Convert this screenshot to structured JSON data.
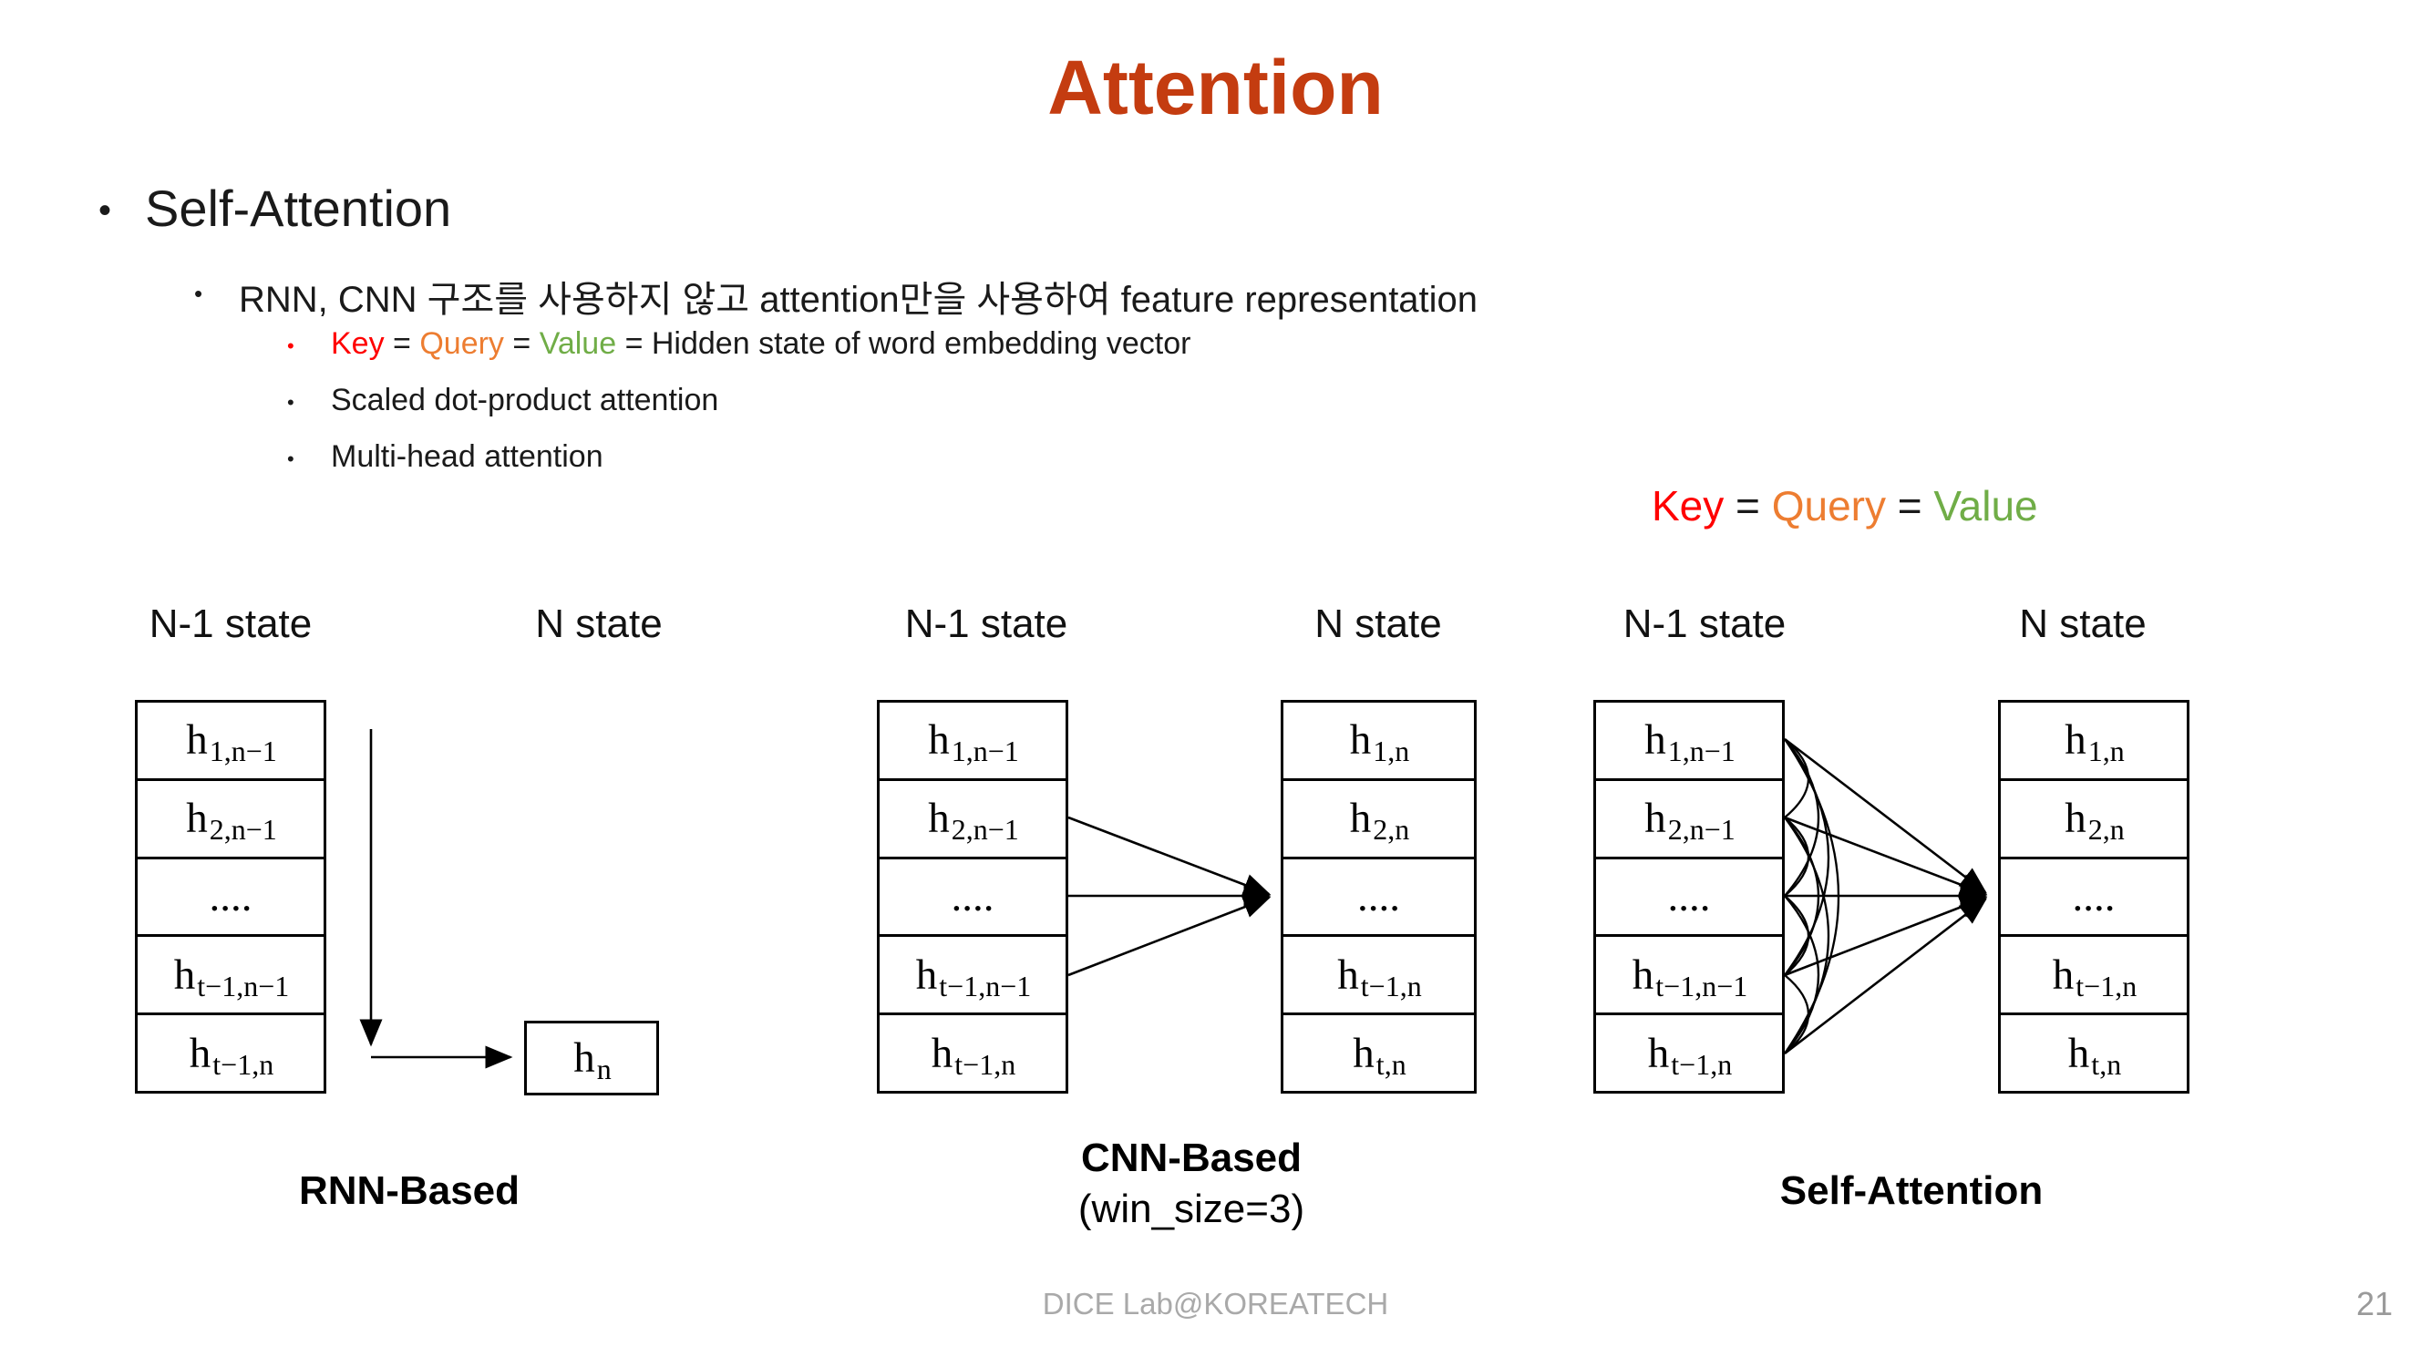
{
  "slide": {
    "title": "Attention",
    "footer": "DICE Lab@KOREATECH",
    "page_number": "21"
  },
  "colors": {
    "title": "#C43C10",
    "key": "#FF0000",
    "query": "#ED7D31",
    "value": "#70AD47",
    "body_text": "#1A1A1A",
    "footer_gray": "#A9A9A9",
    "page_gray": "#9A9A9A",
    "diagram_line": "#000000"
  },
  "outline": {
    "l1_bullet": "•",
    "l1_text": "Self-Attention",
    "l2_bullet": "•",
    "l2_text": "RNN, CNN 구조를 사용하지 않고 attention만을 사용하여 feature representation",
    "l3_items": [
      {
        "bullet": "•",
        "seg_key": "Key",
        "seg_eq1": " = ",
        "seg_query": "Query",
        "seg_eq2": " = ",
        "seg_value": "Value",
        "seg_rest": " = Hidden state of word embedding vector"
      },
      {
        "bullet": "•",
        "text": "Scaled dot-product attention"
      },
      {
        "bullet": "•",
        "text": "Multi-head attention"
      }
    ]
  },
  "kqv_banner": {
    "key": "Key",
    "eq1": " = ",
    "query": "Query",
    "eq2": " = ",
    "value": "Value"
  },
  "diagrams": [
    {
      "name": "RNN-Based",
      "label_left": "N-1 state",
      "label_right": "N state",
      "left_col": [
        {
          "m": "h",
          "s": "1,n−1"
        },
        {
          "m": "h",
          "s": "2,n−1"
        },
        {
          "m": "....",
          "s": ""
        },
        {
          "m": "h",
          "s": "t−1,n−1"
        },
        {
          "m": "h",
          "s": "t−1,n"
        }
      ],
      "single_box": {
        "m": "h",
        "s": "n"
      },
      "caption": "RNN-Based"
    },
    {
      "name": "CNN-Based",
      "label_left": "N-1 state",
      "label_right": "N state",
      "left_col": [
        {
          "m": "h",
          "s": "1,n−1"
        },
        {
          "m": "h",
          "s": "2,n−1"
        },
        {
          "m": "....",
          "s": ""
        },
        {
          "m": "h",
          "s": "t−1,n−1"
        },
        {
          "m": "h",
          "s": "t−1,n"
        }
      ],
      "right_col": [
        {
          "m": "h",
          "s": "1,n"
        },
        {
          "m": "h",
          "s": "2,n"
        },
        {
          "m": "....",
          "s": ""
        },
        {
          "m": "h",
          "s": "t−1,n"
        },
        {
          "m": "h",
          "s": "t,n"
        }
      ],
      "caption": "CNN-Based",
      "caption2": "(win_size=3)"
    },
    {
      "name": "Self-Attention",
      "label_left": "N-1 state",
      "label_right": "N state",
      "left_col": [
        {
          "m": "h",
          "s": "1,n−1"
        },
        {
          "m": "h",
          "s": "2,n−1"
        },
        {
          "m": "....",
          "s": ""
        },
        {
          "m": "h",
          "s": "t−1,n−1"
        },
        {
          "m": "h",
          "s": "t−1,n"
        }
      ],
      "right_col": [
        {
          "m": "h",
          "s": "1,n"
        },
        {
          "m": "h",
          "s": "2,n"
        },
        {
          "m": "....",
          "s": ""
        },
        {
          "m": "h",
          "s": "t−1,n"
        },
        {
          "m": "h",
          "s": "t,n"
        }
      ],
      "caption": "Self-Attention"
    }
  ]
}
